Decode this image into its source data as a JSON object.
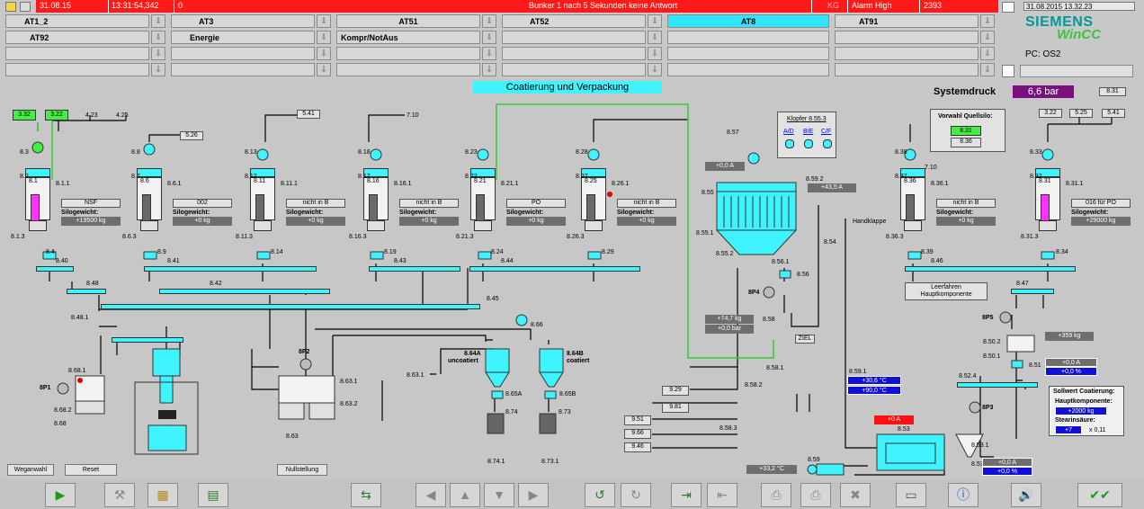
{
  "header": {
    "alarm": {
      "date": "31.08.15",
      "time": "13:31:54,342",
      "number": "0",
      "message": "Bunker 1 nach 5 Sekunden keine Antwort",
      "class": "KG",
      "priority": "Alarm High",
      "id": "2393"
    },
    "datetime": "31.08.2015 13.32.23",
    "brand": "SIEMENS",
    "product": "WinCC",
    "pc": "PC: OS2",
    "row1": [
      "AT1_2",
      "AT3",
      "AT51",
      "AT52",
      "AT8",
      "AT91"
    ],
    "row2": [
      "AT92",
      "Energie",
      "Kompr/NotAus"
    ],
    "selected": "AT8",
    "arrow": "⇩"
  },
  "process": {
    "title": "Coatierung und Verpackung",
    "systemdruck_label": "Systemdruck",
    "systemdruck_value": "6,6 bar",
    "ref_831": "8.31",
    "silos": [
      {
        "id": "8.1",
        "tag": "8.1.1",
        "name": "NSF",
        "weight": "+19500 kg",
        "p": "8.3",
        "p2": "8.2",
        "below": "8.1.3",
        "mot": "8.4",
        "conv": "8.40",
        "fill": "magenta"
      },
      {
        "id": "8.6",
        "tag": "8.6.1",
        "name": "002",
        "weight": "+0 kg",
        "p": "8.8",
        "p2": "8.7",
        "below": "8.6.3",
        "mot": "8.9",
        "conv": "8.41",
        "fill": "grey"
      },
      {
        "id": "8.11",
        "tag": "8.11.1",
        "name": "nicht in B",
        "weight": "+0 kg",
        "p": "8.13",
        "p2": "8.12",
        "below": "8.11.3",
        "mot": "8.14",
        "conv": "",
        "fill": "grey"
      },
      {
        "id": "8.16",
        "tag": "8.16.1",
        "name": "nicht in B",
        "weight": "+0 kg",
        "p": "8.18",
        "p2": "8.17",
        "below": "8.16.3",
        "mot": "8.19",
        "conv": "8.43",
        "fill": "grey"
      },
      {
        "id": "8.21",
        "tag": "8.21.1",
        "name": "PO",
        "weight": "+0 kg",
        "p": "8.23",
        "p2": "8.22",
        "below": "8.21.3",
        "mot": "8.24",
        "conv": "8.44",
        "fill": "grey"
      },
      {
        "id": "8.25",
        "tag": "8.26.1",
        "name": "nicht in B",
        "weight": "+0 kg",
        "p": "8.28",
        "p2": "8.27",
        "below": "8.26.3",
        "mot": "8.29",
        "conv": "",
        "fill": "grey"
      },
      {
        "id": "8.36",
        "tag": "8.36.1",
        "name": "nicht in B",
        "weight": "+0 kg",
        "p": "8.38",
        "p2": "8.37",
        "below": "8.36.3",
        "mot": "8.39",
        "conv": "8.46",
        "fill": "grey"
      },
      {
        "id": "8.31",
        "tag": "8.31.1",
        "name": "016 für PO",
        "weight": "+29000 kg",
        "p": "8.33",
        "p2": "8.32",
        "below": "8.31.3",
        "mot": "8.34",
        "conv": "",
        "fill": "magenta"
      }
    ],
    "silogewicht": "Silogewicht:",
    "refs_top": [
      "3.32",
      "3.22",
      "4.23",
      "4.25",
      "5.26",
      "5.41",
      "7.10",
      "3.22",
      "5.25",
      "5.41",
      "7.10"
    ],
    "conveyors": [
      "8.48",
      "8.42",
      "8.45",
      "8.47"
    ],
    "misc_labels": [
      "8.48.1",
      "8.68.1",
      "8P1",
      "8.68.2",
      "8.68",
      "8P2",
      "8.63.1",
      "8.63.2",
      "8.63",
      "8.66",
      "8.64A",
      "uncoatiert",
      "8.64B",
      "coatiert",
      "8.63.1",
      "8.65A",
      "8.65B",
      "8.74",
      "8.73",
      "8.74.1",
      "8.73.1",
      "8.57",
      "8.55",
      "8.55.1",
      "8.55.2",
      "8.56.1",
      "8.56",
      "8P4",
      "8.58",
      "8.58.1",
      "8.58.2",
      "8.58.3",
      "8.59.2",
      "8.54",
      "Handklappe",
      "8.59.1",
      "8.53",
      "8.53.1",
      "8.53.2",
      "8.59",
      "8.52.4",
      "8P3",
      "8.50.2",
      "8.50.1",
      "8.51",
      "8P5",
      "ZIEL"
    ],
    "klopfer": {
      "title": "Klopfer 8.55.3",
      "items": [
        "A/D",
        "B/E",
        "C/F"
      ]
    },
    "vorwahl": {
      "title": "Vorwahl Quellsilo:",
      "active": "8.31",
      "other": "8.36"
    },
    "values": {
      "motor_current": "+0,0 A",
      "filter_current": "+43,5 A",
      "press1": "+74,7 kg",
      "press2": "+0,0 bar",
      "temp1": "+30,6 °C",
      "temp2": "+90,0 °C",
      "heater": "+0 A",
      "temp3": "+33,2 °C",
      "cur_a": "+0,0 A",
      "cur_pct": "+0,0 %",
      "cur_a2": "+0,0 A",
      "cur_pct2": "+0,0 %",
      "kg359": "+359 kg"
    },
    "targets": [
      "9.29",
      "9.81",
      "9.51",
      "9.66",
      "9.46"
    ],
    "leerfahren": "Leerfahren Hauptkomponente",
    "sollwert": {
      "title": "Sollwert Coatierung:",
      "main_label": "Hauptkomponente:",
      "main_val": "+2000 kg",
      "stear_label": "Stearinsäure:",
      "stear_val": "+7",
      "factor": "x 0,11"
    },
    "buttons": [
      "Weganwahl",
      "Reset",
      "Nullstellung"
    ]
  },
  "colors": {
    "cyan": "#3ff3ff",
    "alarm": "#ff1a1a",
    "violet": "#7a0f80",
    "green": "#44ee44",
    "blue": "#1010d8"
  }
}
